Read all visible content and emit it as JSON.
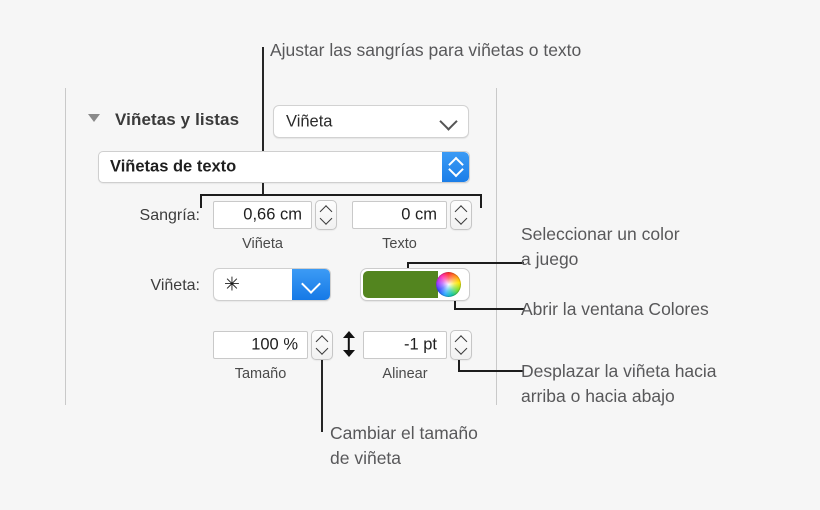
{
  "panel": {
    "section_title": "Viñetas y listas",
    "disclosure_icon": "triangle-down-icon",
    "list_type": {
      "value": "Viñeta",
      "chevron_icon": "chevron-down-icon"
    },
    "bullet_style": {
      "value": "Viñetas de texto",
      "stepper_icon": "stepper-up-down-icon"
    },
    "indent": {
      "label": "Sangría:",
      "bullet_value": "0,66 cm",
      "bullet_sublabel": "Viñeta",
      "text_value": "0 cm",
      "text_sublabel": "Texto",
      "stepper_icon": "stepper-up-down-icon"
    },
    "bullet": {
      "label": "Viñeta:",
      "glyph": "✳",
      "glyph_icon": "asterisk-bullet-icon",
      "chevron_icon": "chevron-down-icon"
    },
    "color": {
      "swatch_hex": "#53851f",
      "wheel_icon": "color-wheel-icon"
    },
    "size": {
      "value": "100 %",
      "sublabel": "Tamaño",
      "stepper_icon": "stepper-up-down-icon"
    },
    "align": {
      "value": "-1 pt",
      "sublabel": "Alinear",
      "icon": "vertical-double-arrow-icon",
      "stepper_icon": "stepper-up-down-icon"
    }
  },
  "callouts": {
    "top": "Ajustar las sangrías para viñetas o texto",
    "color_match": "Seleccionar un color\na juego",
    "open_colors": "Abrir la ventana Colores",
    "move_bullet": "Desplazar la viñeta hacia\narriba o hacia abajo",
    "change_size": "Cambiar el tamaño\nde viñeta"
  }
}
